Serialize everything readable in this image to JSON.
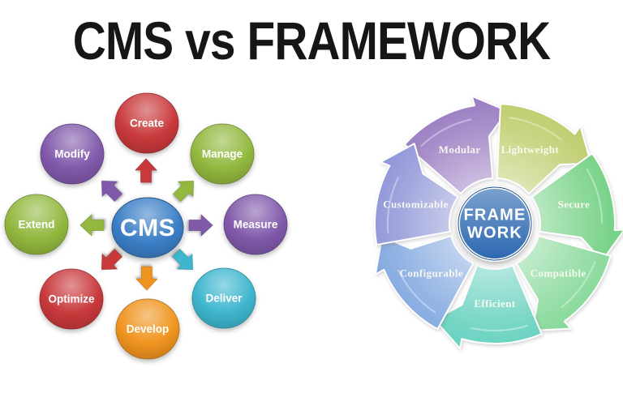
{
  "title": "CMS vs FRAMEWORK",
  "cms_diagram": {
    "center_label": "CMS",
    "center_color": "#3a7ec6",
    "nodes": [
      {
        "label": "Create",
        "color": "#c8393b"
      },
      {
        "label": "Manage",
        "color": "#92b83e"
      },
      {
        "label": "Measure",
        "color": "#8059aa"
      },
      {
        "label": "Deliver",
        "color": "#3eb6ce"
      },
      {
        "label": "Develop",
        "color": "#f0941f"
      },
      {
        "label": "Optimize",
        "color": "#c8393b"
      },
      {
        "label": "Extend",
        "color": "#92b83e"
      },
      {
        "label": "Modify",
        "color": "#8059aa"
      }
    ]
  },
  "framework_diagram": {
    "center_label": "FRAME WORK",
    "center_label_lines": [
      "FRAME",
      "WORK"
    ],
    "center_color": "#2b67b0",
    "segments": [
      {
        "label": "Modular",
        "color": "#9678c0"
      },
      {
        "label": "Lightweight",
        "color": "#bcca66"
      },
      {
        "label": "Secure",
        "color": "#6fcf80"
      },
      {
        "label": "Compatible",
        "color": "#82d796"
      },
      {
        "label": "Efficient",
        "color": "#62d0bd"
      },
      {
        "label": "Configurable",
        "color": "#7fa6de"
      },
      {
        "label": "Customizable",
        "color": "#8b92d6"
      }
    ]
  }
}
